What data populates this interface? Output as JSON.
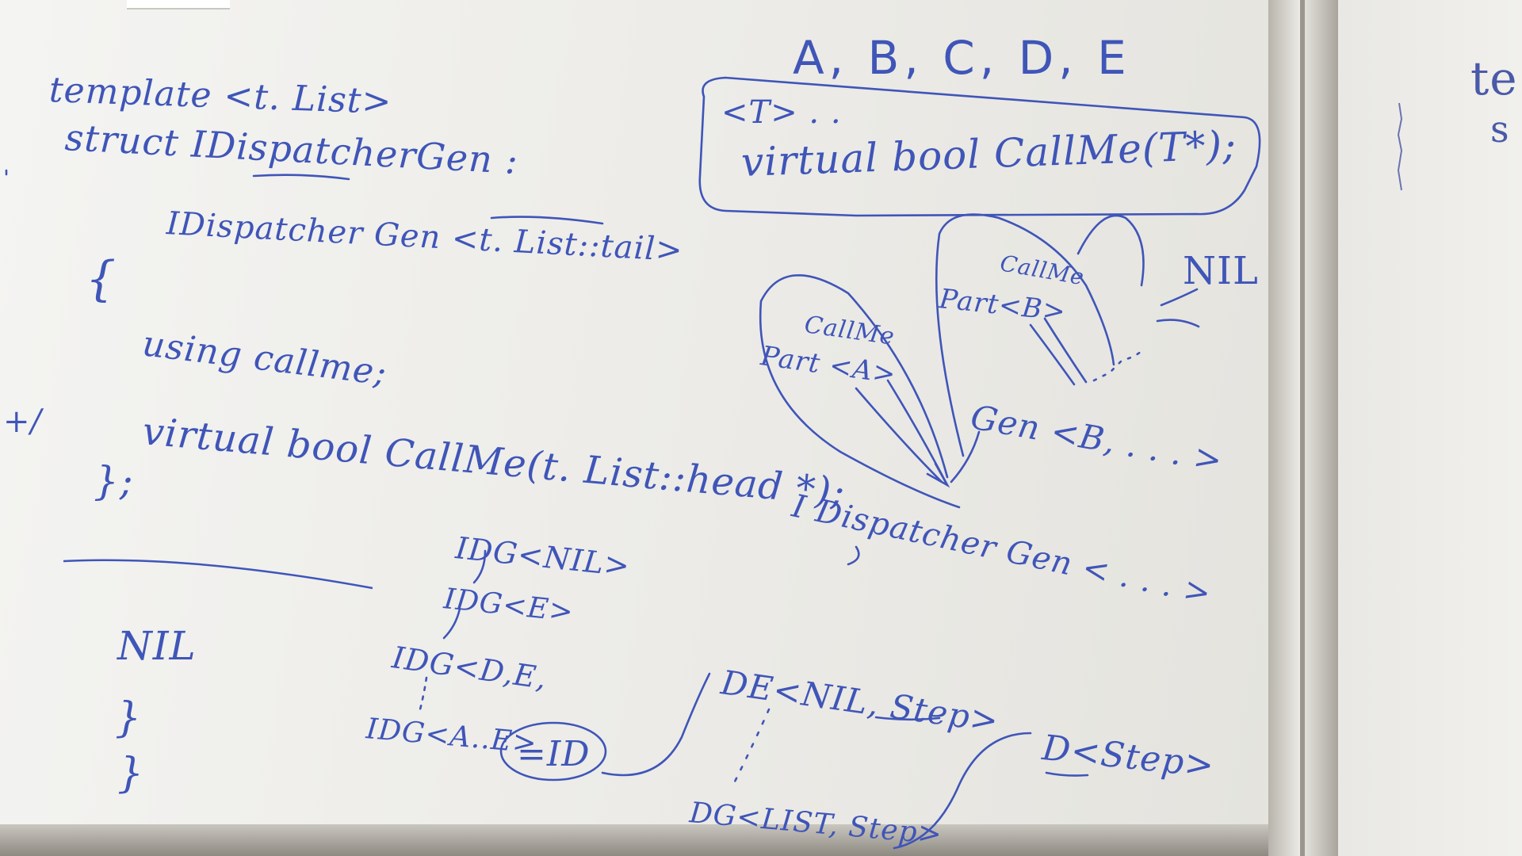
{
  "board": {
    "surface_color": "#f2f2ef",
    "ink_color": "#3f55b8",
    "left_panel": {
      "lines": [
        "template <t. List>",
        "struct IDispatcherGen :",
        "IDispatcher Gen <t. List::tail>",
        "{",
        "using callme;",
        "+/",
        "virtual bool CallMe(t. List::head *);",
        "};",
        "NIL",
        "}",
        "}"
      ],
      "chain": [
        "IDG<NIL>",
        "IDG<E>",
        "IDG<D,E,",
        "IDG<A..E>",
        "=ID"
      ]
    },
    "right_panel": {
      "params": "A, B, C, D, E",
      "template_decl": "<T> . .",
      "virtual_decl": "virtual bool CallMe(T*);",
      "labels": {
        "callme_a": "CallMe",
        "part_a": "Part <A>",
        "callme_b": "CallMe",
        "part_b": "Part<B>",
        "gen_b": "Gen <B, . . . >",
        "nil": "NIL",
        "dispatcher": "I Dispatcher Gen < . . . >"
      }
    },
    "bottom": {
      "de_nil_step": "DE<NIL, Step>",
      "d_step": "D<Step>",
      "dg_list_step": "DG<LIST, Step>"
    },
    "right_edge": {
      "te": "te",
      "s": "s"
    }
  }
}
